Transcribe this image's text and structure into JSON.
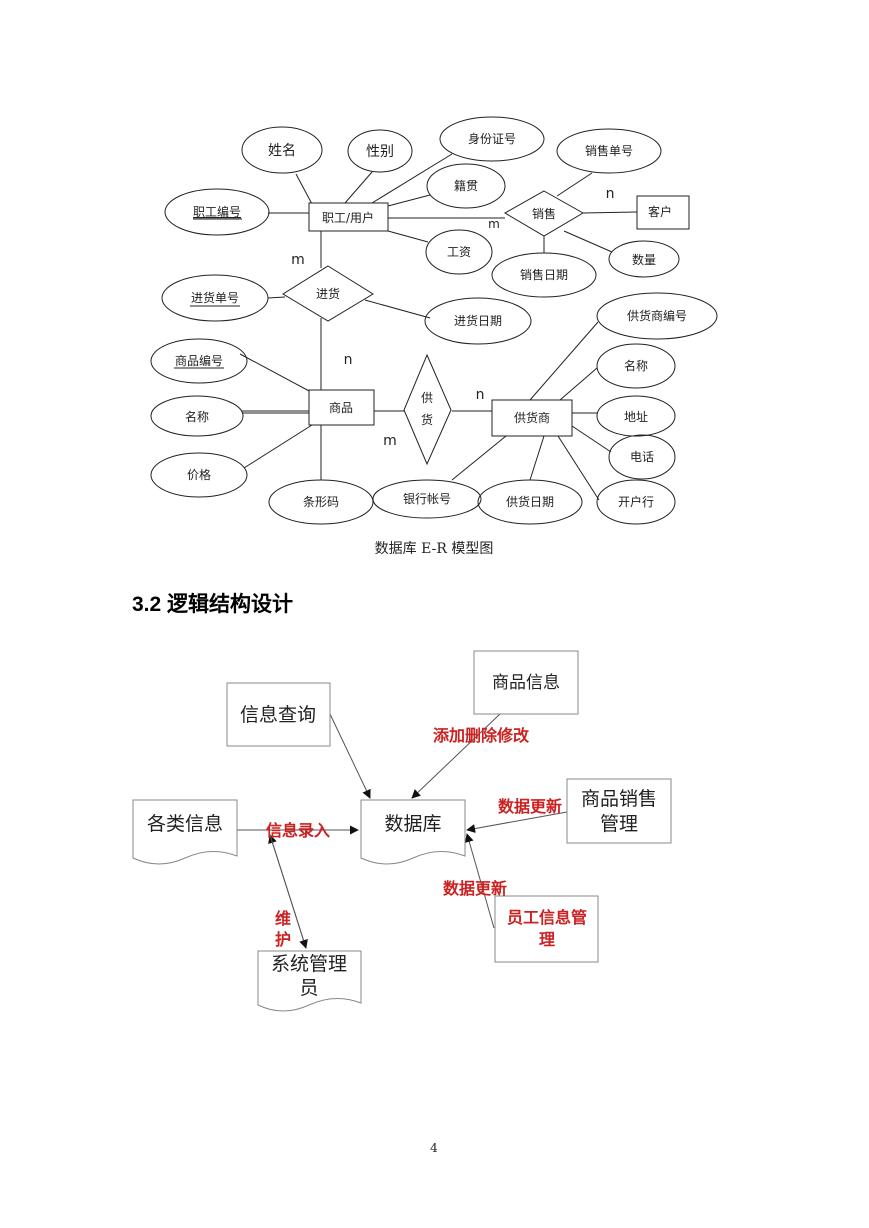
{
  "er": {
    "attrs": {
      "name": "姓名",
      "gender": "性别",
      "id_card": "身份证号",
      "native": "籍贯",
      "emp_no": "职工编号",
      "salary": "工资",
      "sale_no": "销售单号",
      "sale_date": "销售日期",
      "quantity": "数量",
      "purchase_no": "进货单号",
      "purchase_date": "进货日期",
      "goods_no": "商品编号",
      "goods_name": "名称",
      "price": "价格",
      "barcode": "条形码",
      "bank_acct": "银行帐号",
      "supply_date": "供货日期",
      "supplier_no": "供货商编号",
      "supplier_name": "名称",
      "address": "地址",
      "phone": "电话",
      "open_bank": "开户行"
    },
    "entities": {
      "employee": "职工/用户",
      "customer": "客户",
      "goods": "商品",
      "supplier": "供货商"
    },
    "relations": {
      "sale": "销售",
      "purchase": "进货",
      "supply_1": "供",
      "supply_2": "货"
    },
    "cardinalities": {
      "sale_n": "n",
      "sale_m": "m",
      "purchase_m": "m",
      "purchase_n": "n",
      "supply_n": "n",
      "supply_m": "m"
    },
    "caption": "数据库 E-R 模型图"
  },
  "section": {
    "heading": "3.2 逻辑结构设计"
  },
  "flow": {
    "nodes": {
      "goods_info": "商品信息",
      "query": "信息查询",
      "all_info": "各类信息",
      "database": "数据库",
      "sales_mgmt_1": "商品销售",
      "sales_mgmt_2": "管理",
      "staff_mgmt_1": "员工信息管",
      "staff_mgmt_2": "理",
      "admin_1": "系统管理",
      "admin_2": "员"
    },
    "labels": {
      "crud": "添加删除修改",
      "update_1": "数据更新",
      "update_2": "数据更新",
      "entry": "信息录入",
      "maintain_1": "维",
      "maintain_2": "护"
    }
  },
  "page_number": "4",
  "colors": {
    "accent_red": "#cc2222",
    "line": "#222222"
  }
}
